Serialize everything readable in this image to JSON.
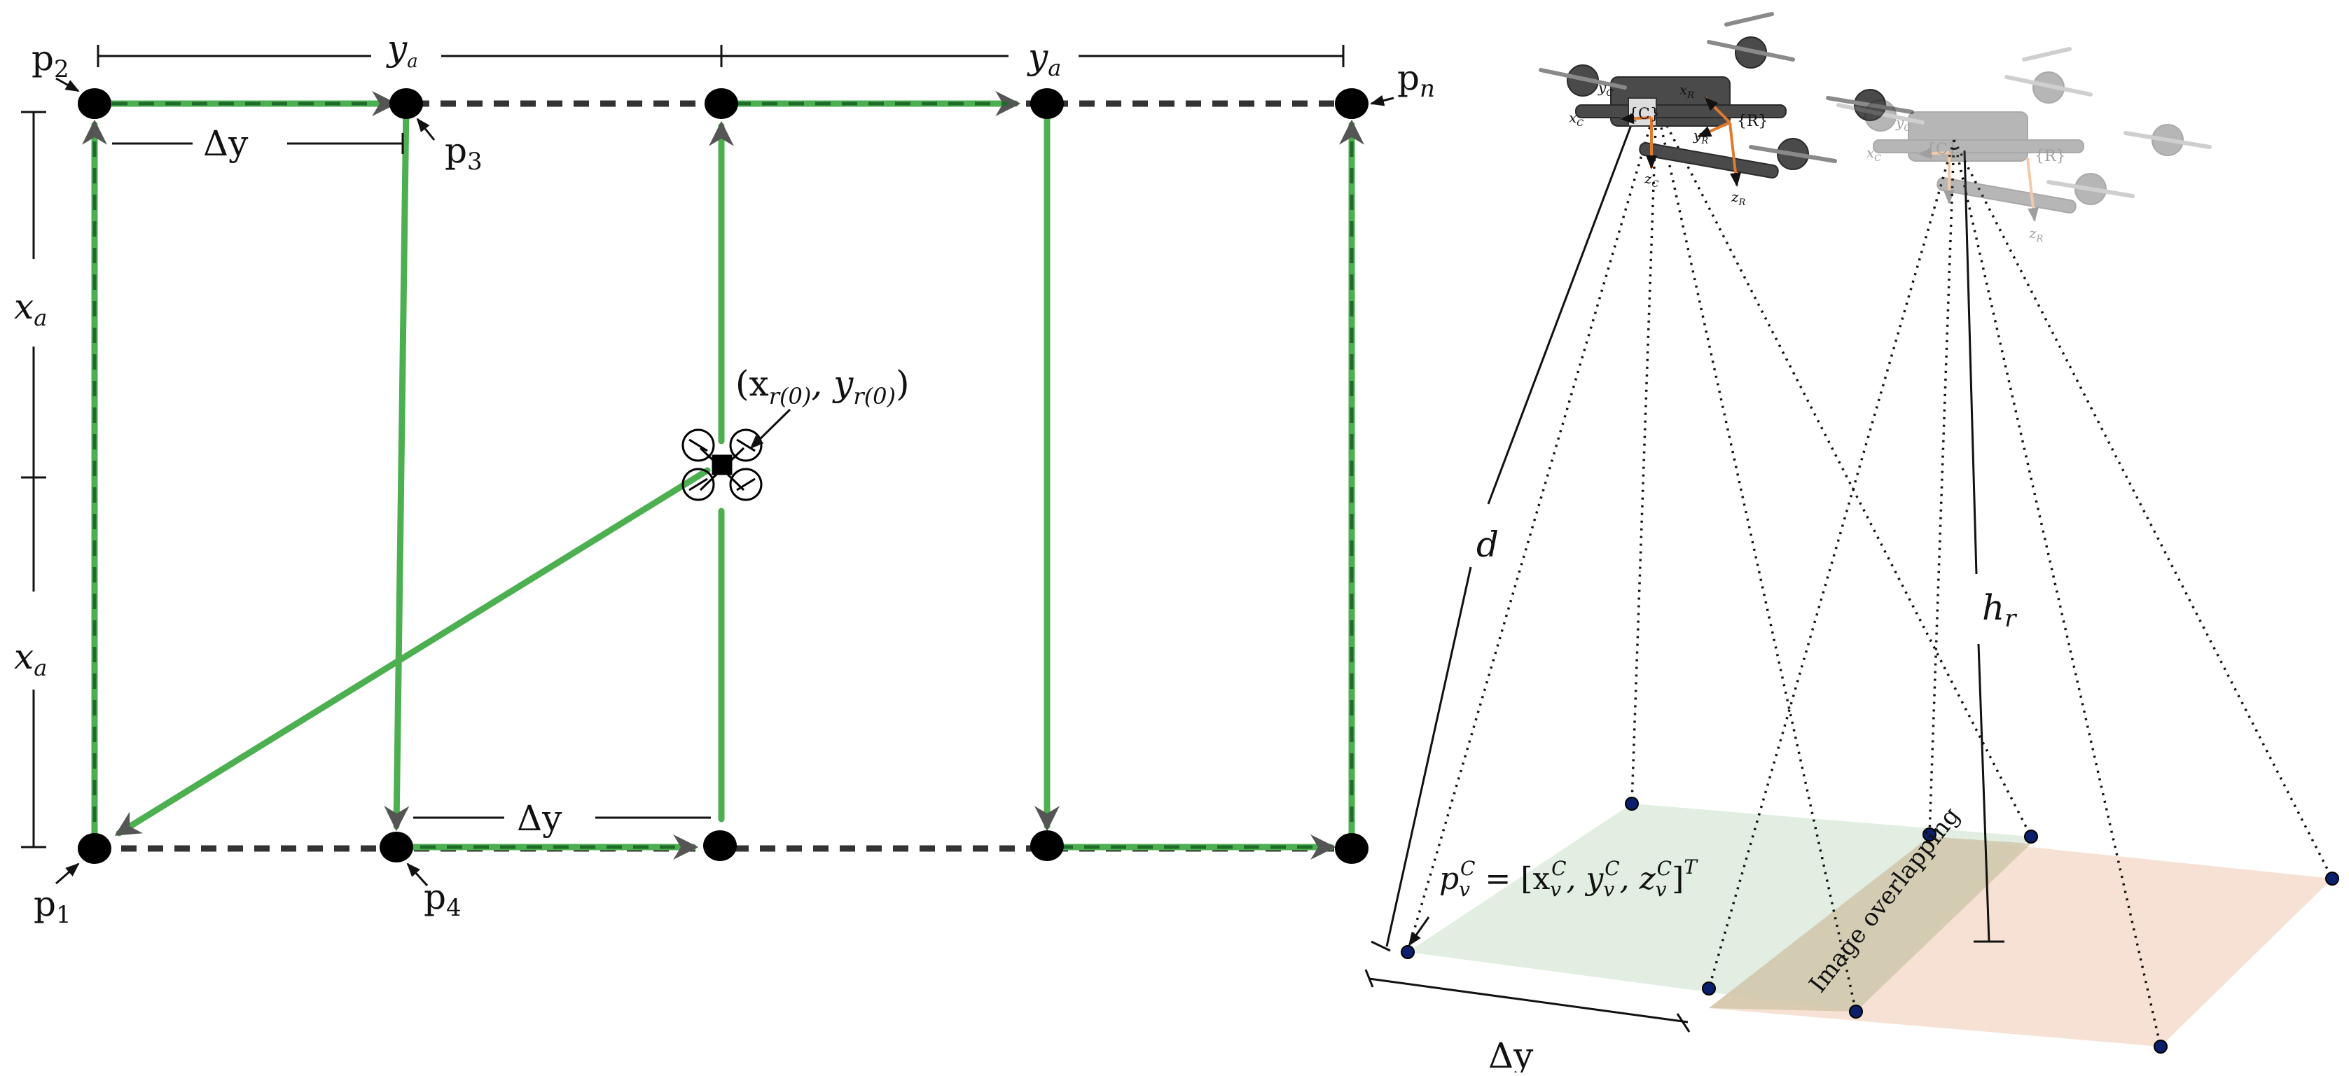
{
  "figure": {
    "left_panel": {
      "labels": {
        "ya_top_left": "y",
        "ya_top_left_sub": "a",
        "ya_top_right": "y",
        "ya_top_right_sub": "a",
        "xa_upper": "x",
        "xa_upper_sub": "a",
        "xa_lower": "x",
        "xa_lower_sub": "a",
        "dy_top": "Δy",
        "dy_bottom": "Δy",
        "start_point": "(x",
        "start_point_sub1": "r(0)",
        "start_point_mid": ", y",
        "start_point_sub2": "r(0)",
        "start_point_end": ")",
        "p1": "p",
        "p1_sub": "1",
        "p2": "p",
        "p2_sub": "2",
        "p3": "p",
        "p3_sub": "3",
        "p4": "p",
        "p4_sub": "4",
        "pn": "p",
        "pn_sub": "n"
      },
      "colors": {
        "path": "#4caf50",
        "path_dark": "#1f6b2a",
        "dashed": "#333333",
        "node": "#000000",
        "arrow": "#555555"
      }
    },
    "right_panel": {
      "labels": {
        "d": "d",
        "hr": "h",
        "hr_sub": "r",
        "dy": "Δy",
        "pv_main": "p",
        "pv_sub": "v",
        "pv_sup": "C",
        "pv_eq": " = [x",
        "pv_x_sub": "v",
        "pv_x_sup": "C",
        "pv_comma1": ", y",
        "pv_y_sub": "v",
        "pv_y_sup": "C",
        "pv_comma2": ", z",
        "pv_z_sub": "v",
        "pv_z_sup": "C",
        "pv_close": "]",
        "pv_T": "T",
        "overlap": "Image overlapping",
        "frame_C": "{C}",
        "frame_R": "{R}",
        "xC": "x",
        "xC_sub": "C",
        "yC": "y",
        "yC_sub": "C",
        "zC": "z",
        "zC_sub": "C",
        "xR": "x",
        "xR_sub": "R",
        "yR": "y",
        "yR_sub": "R",
        "zR": "z",
        "zR_sub": "R"
      },
      "colors": {
        "footprint_green": "#d9ead9",
        "footprint_orange": "#f6dccd",
        "overlap": "#cfc3a6",
        "corner_dot": "#0b1f6b",
        "axis_orange": "#e07a2e"
      }
    }
  }
}
